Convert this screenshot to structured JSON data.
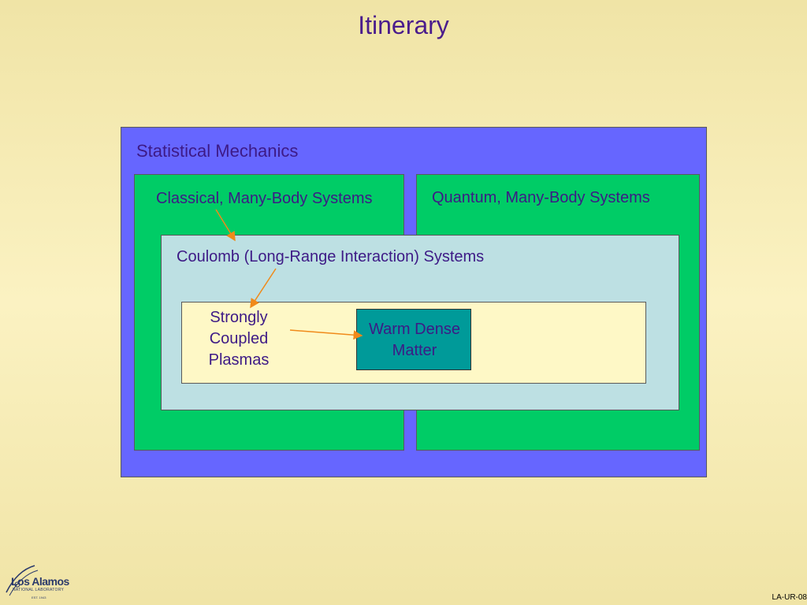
{
  "slide": {
    "title": "Itinerary",
    "footer_code": "LA-UR-08"
  },
  "diagram": {
    "outer_label": "Statistical Mechanics",
    "classical_label": "Classical, Many-Body Systems",
    "quantum_label": "Quantum, Many-Body Systems",
    "coulomb_label": "Coulomb (Long-Range Interaction) Systems",
    "scp_label": "Strongly Coupled Plasmas",
    "wdm_label": "Warm Dense Matter"
  },
  "logo": {
    "name": "Los Alamos",
    "subtitle": "NATIONAL LABORATORY",
    "est": "EST. 1943"
  },
  "colors": {
    "background": "#f6ecb4",
    "outer_box": "#6666ff",
    "green_box": "#00cc66",
    "coulomb_box": "#bde0e3",
    "plasma_box": "#fef8c6",
    "wdm_box": "#009a99",
    "text": "#3d1a86",
    "arrow": "#f08a1a"
  }
}
